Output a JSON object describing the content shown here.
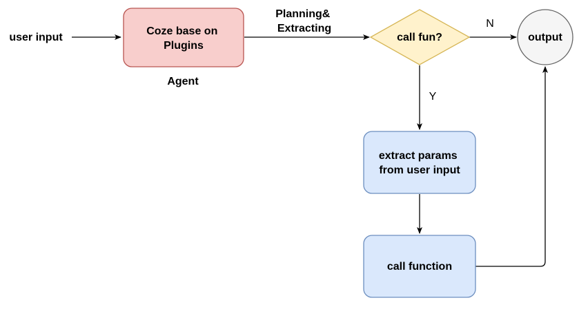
{
  "nodes": {
    "user_input": {
      "label": "user input"
    },
    "agent_box": {
      "lines": [
        "Coze base on",
        "Plugins"
      ],
      "fill": "#f8cecc",
      "stroke": "#b85450"
    },
    "agent_caption": {
      "label": "Agent"
    },
    "decision": {
      "label": "call fun?",
      "fill": "#fff2cc",
      "stroke": "#d6b656"
    },
    "output": {
      "label": "output",
      "fill": "#f5f5f5",
      "stroke": "#666666"
    },
    "extract_params": {
      "lines": [
        "extract params",
        "from user input"
      ],
      "fill": "#dae8fc",
      "stroke": "#6c8ebf"
    },
    "call_function": {
      "label": "call function",
      "fill": "#dae8fc",
      "stroke": "#6c8ebf"
    }
  },
  "edges": {
    "planning_label": {
      "lines": [
        "Planning&",
        "Extracting"
      ]
    },
    "no_label": {
      "label": "N"
    },
    "yes_label": {
      "label": "Y"
    }
  },
  "colors": {
    "edge": "#000000"
  }
}
